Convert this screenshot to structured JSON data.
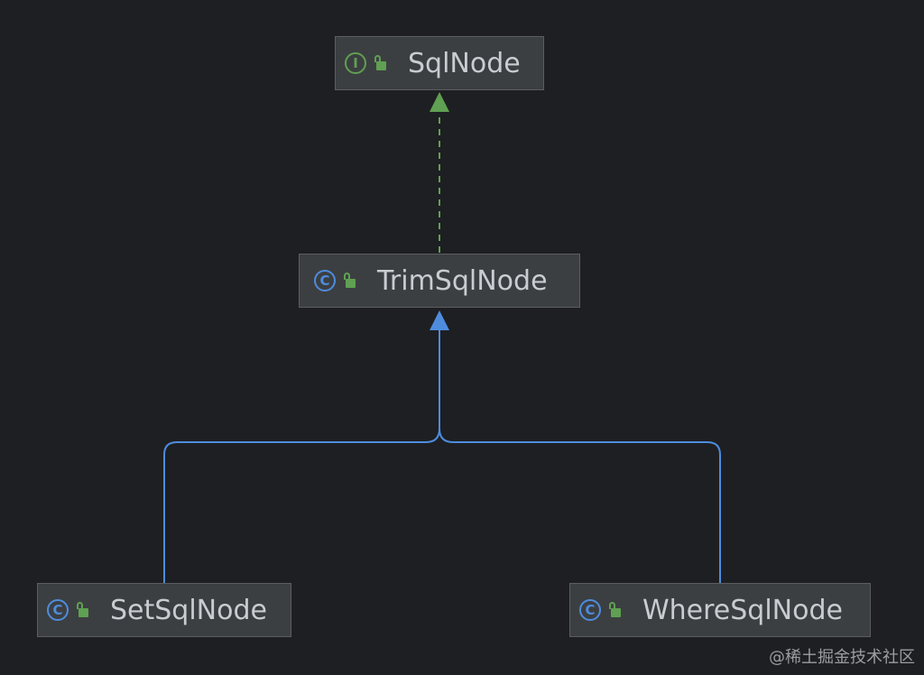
{
  "diagram": {
    "nodes": [
      {
        "id": "sqlnode",
        "label": "SqlNode",
        "kind": "interface",
        "kind_symbol": "I"
      },
      {
        "id": "trimsqlnode",
        "label": "TrimSqlNode",
        "kind": "class",
        "kind_symbol": "C"
      },
      {
        "id": "setsqlnode",
        "label": "SetSqlNode",
        "kind": "class",
        "kind_symbol": "C"
      },
      {
        "id": "wheresqlnode",
        "label": "WhereSqlNode",
        "kind": "class",
        "kind_symbol": "C"
      }
    ],
    "edges": [
      {
        "from": "trimsqlnode",
        "to": "sqlnode",
        "type": "implements",
        "style": "dashed",
        "color": "#5fa052"
      },
      {
        "from": "setsqlnode",
        "to": "trimsqlnode",
        "type": "extends",
        "style": "solid",
        "color": "#4e8cde"
      },
      {
        "from": "wheresqlnode",
        "to": "trimsqlnode",
        "type": "extends",
        "style": "solid",
        "color": "#4e8cde"
      }
    ],
    "colors": {
      "background": "#1e1f22",
      "node_fill": "#3c3f41",
      "node_border": "#5b5e61",
      "text": "#c9ccd0",
      "interface_accent": "#5fa052",
      "class_accent": "#4e8cde"
    },
    "icons": {
      "interface": "interface-icon",
      "class": "class-icon",
      "visibility": "unlocked-public-icon"
    }
  },
  "watermark": "@稀土掘金技术社区"
}
